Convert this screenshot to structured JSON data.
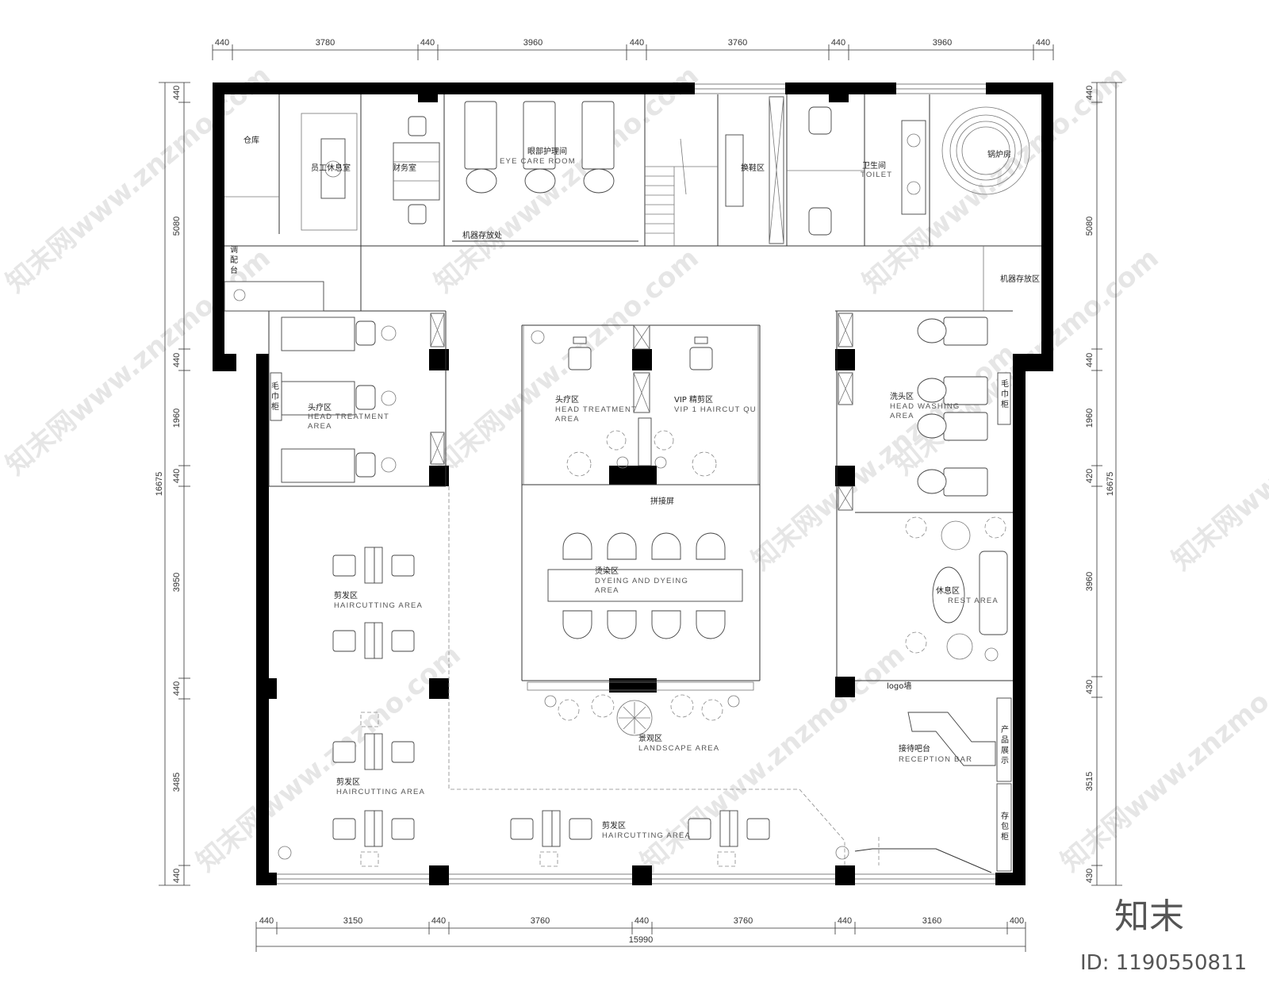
{
  "dimensions": {
    "top": [
      "440",
      "3780",
      "440",
      "3960",
      "440",
      "3760",
      "440",
      "3960",
      "440"
    ],
    "bottom": [
      "440",
      "3150",
      "440",
      "3760",
      "440",
      "3760",
      "440",
      "3160",
      "400"
    ],
    "bottom_total": "15990",
    "left": [
      "440",
      "5080",
      "440",
      "1960",
      "440",
      "3950",
      "440",
      "3485",
      "440"
    ],
    "left_total": "16675",
    "right": [
      "440",
      "5080",
      "440",
      "1960",
      "420",
      "3960",
      "430",
      "3515",
      "430"
    ],
    "right_total": "16675"
  },
  "rooms": {
    "warehouse": "仓库",
    "staff_rest": "员工休息室",
    "finance": "财务室",
    "eye_care_cn": "眼部护理间",
    "eye_care_en": "EYE CARE ROOM",
    "machine_storage_top": "机器存放处",
    "shoe_change": "换鞋区",
    "toilet_cn": "卫生间",
    "toilet_en": "TOILET",
    "boiler": "锅炉房",
    "mixing_1": "调",
    "mixing_2": "配",
    "mixing_3": "台",
    "machine_storage_right": "机器存放区",
    "towel_left_1": "毛",
    "towel_left_2": "巾",
    "towel_left_3": "柜",
    "head_treat_left_cn": "头疗区",
    "head_treat_left_en1": "HEAD TREATMENT",
    "head_treat_left_en2": "AREA",
    "head_treat_mid_cn": "头疗区",
    "head_treat_mid_en1": "HEAD TREATMENT",
    "head_treat_mid_en2": "AREA",
    "vip_cn": "VIP  精剪区",
    "vip_en": "VIP 1 HAIRCUT QU",
    "wash_cn": "洗头区",
    "wash_en1": "HEAD WASHING",
    "wash_en2": "AREA",
    "towel_right_1": "毛",
    "towel_right_2": "巾",
    "towel_right_3": "柜",
    "splice_screen": "拼接屏",
    "dye_cn": "烫染区",
    "dye_en1": "DYEING AND DYEING",
    "dye_en2": "AREA",
    "rest_cn": "休息区",
    "rest_en": "REST AREA",
    "haircut1_cn": "剪发区",
    "haircut1_en": "HAIRCUTTING AREA",
    "haircut2_cn": "剪发区",
    "haircut2_en": "HAIRCUTTING AREA",
    "haircut3_cn": "剪发区",
    "haircut3_en": "HAIRCUTTING AREA",
    "logo_wall": "logo墙",
    "landscape_cn": "景观区",
    "landscape_en": "LANDSCAPE AREA",
    "reception_cn": "接待吧台",
    "reception_en": "RECEPTION BAR",
    "product_1": "产",
    "product_2": "品",
    "product_3": "展",
    "product_4": "示",
    "bag_1": "存",
    "bag_2": "包",
    "bag_3": "柜"
  },
  "watermark": {
    "repeat_text": "知末网www.znzmo.com",
    "brand": "知末",
    "id_text": "ID: 1190550811"
  }
}
